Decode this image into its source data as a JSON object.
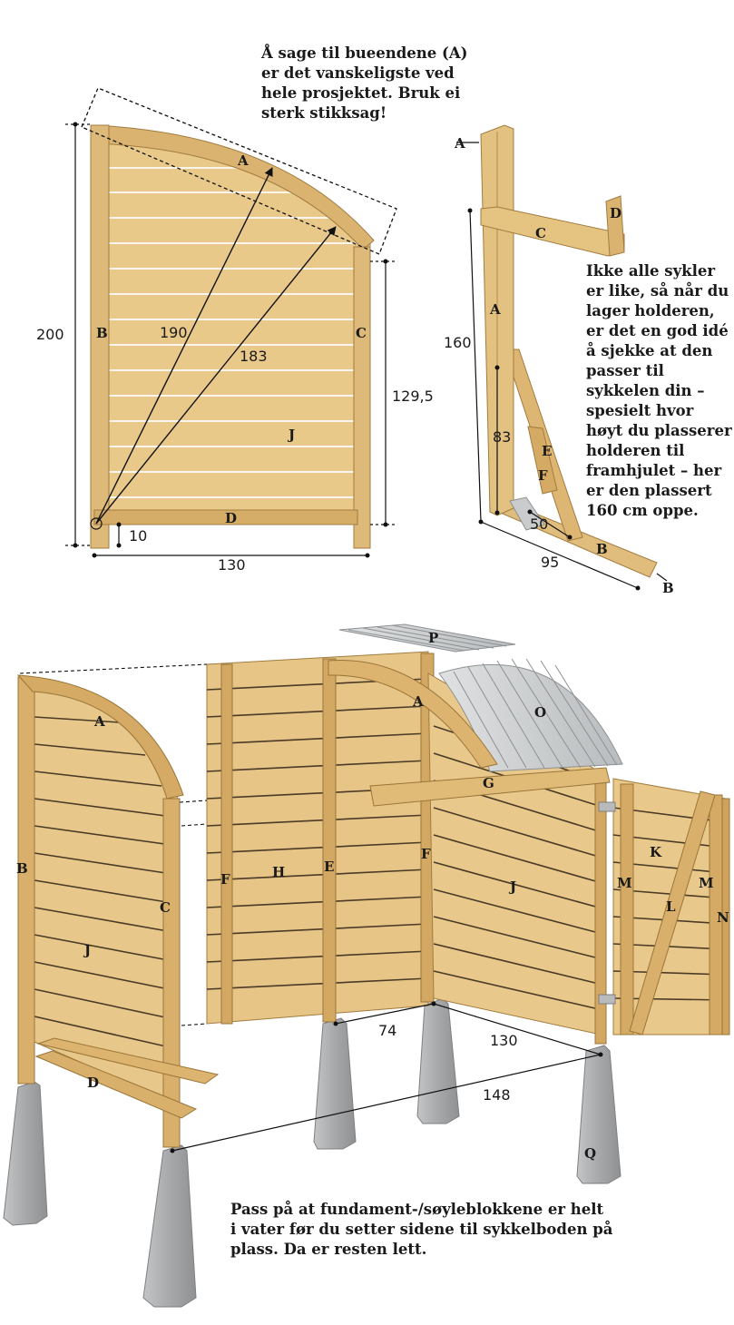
{
  "notes": {
    "top": [
      "Å sage til bueendene (A)",
      "er det vanskeligste ved",
      "hele prosjektet. Bruk ei",
      "sterk stikksag!"
    ],
    "right": [
      "Ikke alle sykler",
      "er like, så når du",
      "lager holderen,",
      "er det en god idé",
      "å sjekke at den",
      "passer til",
      "sykkelen din –",
      "spesielt hvor",
      "høyt du plasserer",
      "holderen til",
      "framhjulet – her",
      "er den plassert",
      "160 cm oppe."
    ],
    "bottom": [
      "Pass på at fundament-/søyleblokkene er helt",
      "i vater før du setter sidene til sykkelboden på",
      "plass. Da er resten lett."
    ]
  },
  "side_panel": {
    "parts": {
      "A": "A",
      "B": "B",
      "C": "C",
      "D": "D",
      "J": "J"
    },
    "dims": {
      "height": "200",
      "width": "130",
      "right_height": "129,5",
      "diag1": "190",
      "diag2": "183",
      "bottom": "10"
    }
  },
  "bike_rack": {
    "parts": {
      "A_top": "A",
      "A": "A",
      "B": "B",
      "B_end": "B",
      "C": "C",
      "D": "D",
      "E": "E",
      "F": "F"
    },
    "dims": {
      "height": "160",
      "mid": "83",
      "foot": "50",
      "length": "95"
    }
  },
  "assembly": {
    "parts": {
      "A1": "A",
      "A2": "A",
      "B": "B",
      "C": "C",
      "D": "D",
      "E": "E",
      "F1": "F",
      "F2": "F",
      "G": "G",
      "H": "H",
      "J1": "J",
      "J2": "J",
      "K": "K",
      "L": "L",
      "M1": "M",
      "M2": "M",
      "N": "N",
      "O": "O",
      "P": "P",
      "Q": "Q"
    },
    "dims": {
      "d74": "74",
      "d130": "130",
      "d148": "148"
    }
  },
  "colors": {
    "wood": "#e8c98a",
    "wood_dark": "#c9a15e",
    "plank_gap": "#3a3026",
    "concrete": "#a9abad",
    "roof": "#c9ccce"
  }
}
